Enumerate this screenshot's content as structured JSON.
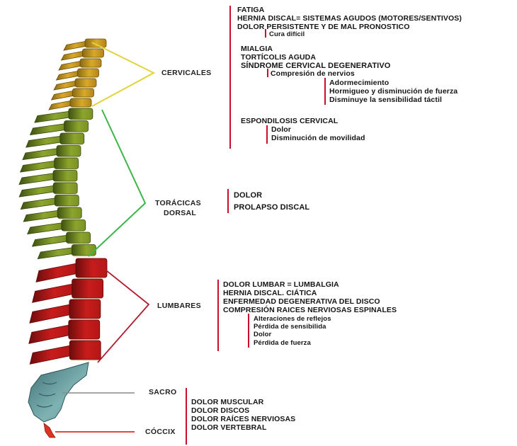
{
  "regions": {
    "cervical": {
      "label": "CERVICALES",
      "color": "#d4a21c",
      "bracket_color": "#e0d43a"
    },
    "thoracic": {
      "label_1": "TORÁCICAS",
      "label_2": "DORSAL",
      "color": "#8fa52a",
      "bracket_color": "#3cb54a"
    },
    "lumbar": {
      "label": "LUMBARES",
      "color": "#c71a1a",
      "bracket_color": "#b01c2e"
    },
    "sacrum": {
      "label": "SACRO",
      "color": "#6fa6a6"
    },
    "coccyx": {
      "label": "CÓCCIX",
      "color": "#d93020"
    }
  },
  "cervical_notes": {
    "items": [
      "FATIGA",
      "HERNIA DISCAL= SISTEMAS AGUDOS (MOTORES/SENTIVOS)",
      "DOLOR PERSISTENTE Y DE MAL PRONOSTICO",
      "Cura difícil",
      "MIALGIA",
      "TORTÍCOLIS AGUDA",
      "SÍNDROME CERVICAL DEGENERATIVO",
      "Compresión de nervios",
      "Adormecimiento",
      "Hormigueo y disminución de fuerza",
      "Disminuye la sensibilidad táctil",
      "ESPONDILOSIS CERVICAL",
      "Dolor",
      "Disminución de movilidad"
    ]
  },
  "thoracic_notes": {
    "items": [
      "DOLOR",
      "PROLAPSO DISCAL"
    ]
  },
  "lumbar_notes": {
    "items": [
      "DOLOR LUMBAR = LUMBALGIA",
      "HERNIA DISCAL. CIÁTICA",
      "ENFERMEDAD DEGENERATIVA DEL DISCO",
      "COMPRESIÓN RAICES NERVIOSAS ESPINALES",
      "Alteraciones de reflejos",
      "Pérdida de sensibilida",
      "Dolor",
      "Pérdida de fuerza"
    ]
  },
  "sacro_coccyx_notes": {
    "items": [
      "DOLOR MUSCULAR",
      "DOLOR DISCOS",
      "DOLOR RAÍCES NERVIOSAS",
      "DOLOR VERTEBRAL"
    ]
  }
}
